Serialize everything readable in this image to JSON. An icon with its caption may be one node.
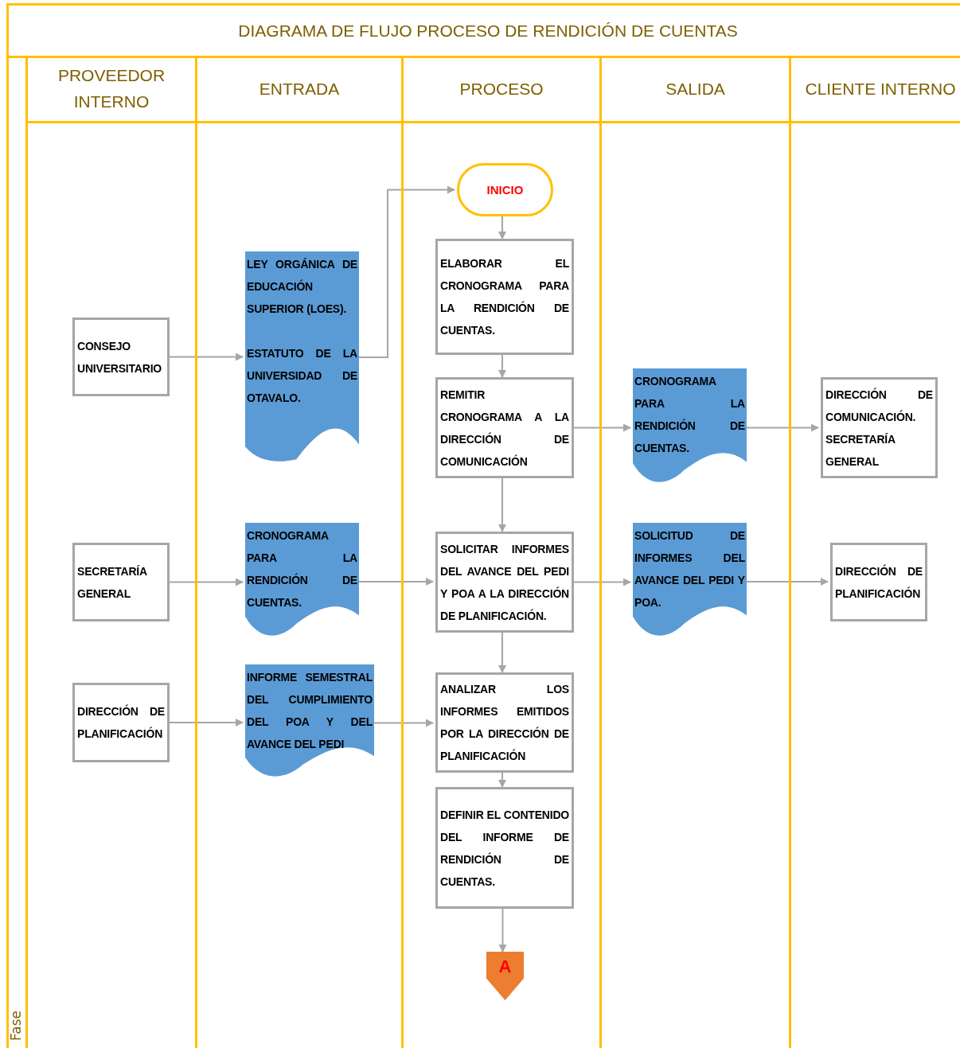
{
  "diagram": {
    "title": "DIAGRAMA DE FLUJO  PROCESO DE RENDICIÓN DE CUENTAS",
    "nodes": [
      {
        "text": [
          "PROVEEDOR INTERNO"
        ]
      },
      {
        "text": [
          "ENTRADA"
        ]
      },
      {
        "text": [
          "PROCESO"
        ]
      },
      {
        "text": [
          "SALIDA"
        ]
      },
      {
        "text": [
          "CLIENTE INTERNO"
        ]
      },
      {
        "text": [
          "INICIO"
        ],
        "in": 2
      },
      {
        "text": [
          "ELABORAR EL CRONOGRAMA PARA LA RENDICIÓN DE CUENTAS."
        ],
        "in": 2
      },
      {
        "text": [
          "LEY ORGÁNICA DE EDUCACIÓN SUPERIOR (LOES).",
          "ESTATUTO DE LA UNIVERSIDAD DE OTAVALO."
        ],
        "in": 1
      },
      {
        "text": [
          "CONSEJO UNIVERSITARIO"
        ],
        "in": 0
      },
      {
        "text": [
          "REMITIR CRONOGRAMA A LA DIRECCIÓN DE COMUNICACIÓN"
        ],
        "in": 2
      },
      {
        "text": [
          "CRONOGRAMA PARA LA RENDICIÓN DE CUENTAS."
        ],
        "in": 3
      },
      {
        "text": [
          "DIRECCIÓN DE COMUNICACIÓN. SECRETARÍA GENERAL"
        ],
        "in": 4
      },
      {
        "text": [
          "SECRETARÍA GENERAL"
        ],
        "in": 0
      },
      {
        "text": [
          "CRONOGRAMA PARA LA RENDICIÓN DE CUENTAS."
        ],
        "in": 1
      },
      {
        "text": [
          "SOLICITAR INFORMES DEL AVANCE DEL PEDI Y POA A LA DIRECCIÓN DE PLANIFICACIÓN."
        ],
        "in": 2
      },
      {
        "text": [
          "SOLICITUD DE INFORMES DEL AVANCE DEL PEDI Y POA."
        ],
        "in": 3
      },
      {
        "text": [
          "DIRECCIÓN DE PLANIFICACIÓN"
        ],
        "in": 4
      },
      {
        "text": [
          "DIRECCIÓN DE PLANIFICACIÓN"
        ],
        "in": 0
      },
      {
        "text": [
          "INFORME SEMESTRAL DEL CUMPLIMIENTO DEL POA Y DEL AVANCE DEL PEDI"
        ],
        "in": 1
      },
      {
        "text": [
          "ANALIZAR LOS INFORMES EMITIDOS POR LA DIRECCIÓN DE PLANIFICACIÓN"
        ],
        "in": 2
      },
      {
        "text": [
          "DEFINIR EL CONTENIDO DEL INFORME DE RENDICIÓN DE CUENTAS."
        ],
        "in": 2
      },
      {
        "text": [
          "A"
        ],
        "in": 2
      }
    ],
    "edges": [
      {
        "from": 8,
        "to": 7,
        "arrow": "to"
      },
      {
        "from": 7,
        "to": 5,
        "arrow": "to"
      },
      {
        "from": 5,
        "to": 6,
        "arrow": "to"
      },
      {
        "from": 6,
        "to": 9,
        "arrow": "to"
      },
      {
        "from": 9,
        "to": 10,
        "arrow": "to"
      },
      {
        "from": 10,
        "to": 11,
        "arrow": "to"
      },
      {
        "from": 9,
        "to": 14,
        "arrow": "to"
      },
      {
        "from": 12,
        "to": 13,
        "arrow": "to"
      },
      {
        "from": 13,
        "to": 14,
        "arrow": "to"
      },
      {
        "from": 14,
        "to": 15,
        "arrow": "to"
      },
      {
        "from": 15,
        "to": 16,
        "arrow": "to"
      },
      {
        "from": 17,
        "to": 18,
        "arrow": "to"
      },
      {
        "from": 18,
        "to": 19,
        "arrow": "to"
      },
      {
        "from": 14,
        "to": 19,
        "arrow": "to"
      },
      {
        "from": 19,
        "to": 20,
        "arrow": "to"
      },
      {
        "from": 20,
        "to": 21,
        "arrow": "to"
      }
    ],
    "labels": [
      "Fase"
    ]
  }
}
